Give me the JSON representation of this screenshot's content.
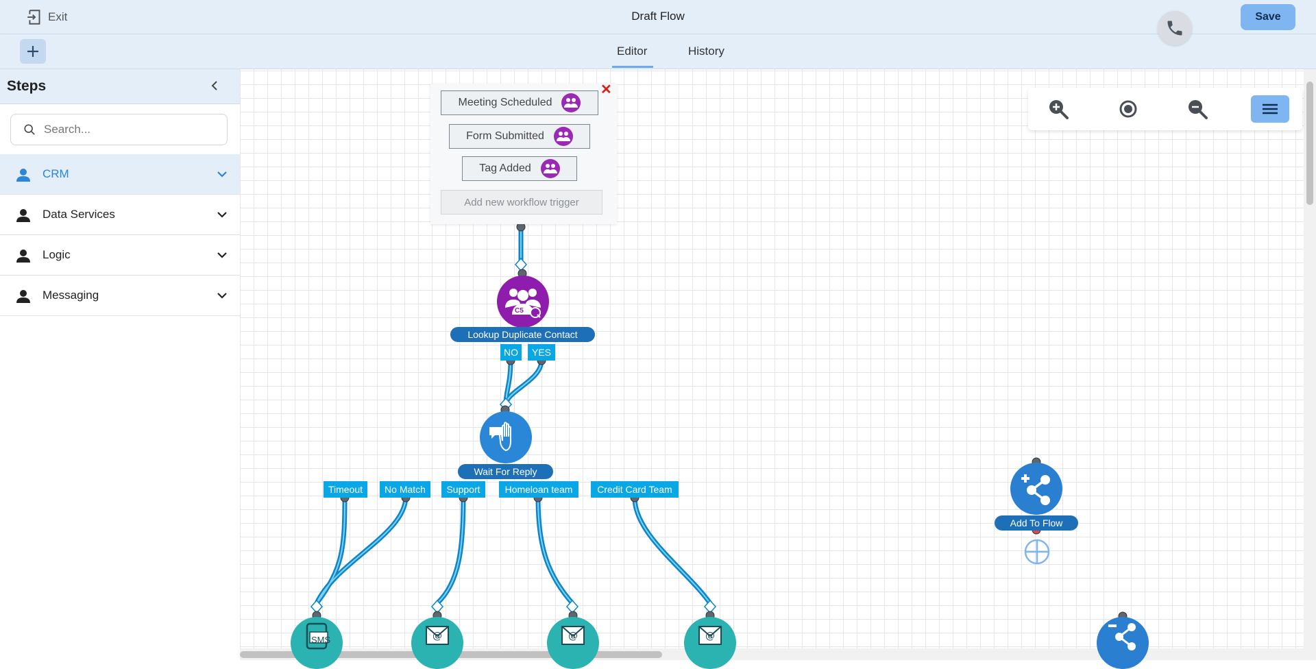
{
  "header": {
    "exit_label": "Exit",
    "title": "Draft Flow",
    "save_label": "Save"
  },
  "tabs": [
    {
      "label": "Editor",
      "active": true
    },
    {
      "label": "History",
      "active": false
    }
  ],
  "sidebar": {
    "title": "Steps",
    "search_placeholder": "Search...",
    "categories": [
      {
        "label": "CRM",
        "active": true
      },
      {
        "label": "Data Services",
        "active": false
      },
      {
        "label": "Logic",
        "active": false
      },
      {
        "label": "Messaging",
        "active": false
      }
    ]
  },
  "triggers": {
    "items": [
      "Meeting Scheduled",
      "Form Submitted",
      "Tag Added"
    ],
    "add_label": "Add new workflow trigger"
  },
  "nodes": {
    "lookup": {
      "label": "Lookup Duplicate Contact",
      "badge": "C5",
      "icon": "duplicate-contacts-icon"
    },
    "lookup_branches": [
      "NO",
      "YES"
    ],
    "wait": {
      "label": "Wait For Reply",
      "icon": "hand-stop-icon"
    },
    "wait_branches": [
      "Timeout",
      "No Match",
      "Support",
      "Homeloan team",
      "Credit Card Team"
    ],
    "add_to_flow": {
      "label": "Add To Flow",
      "icon": "share-plus-icon"
    },
    "sms_text": "SMS"
  },
  "colors": {
    "accent": "#2b86d8",
    "node_blue": "#1d6fb8",
    "branch_cyan": "#0aa7e6",
    "trigger_purple": "#9a2ab5",
    "teal": "#2bb3b1",
    "save_button": "#7fb6f2"
  }
}
